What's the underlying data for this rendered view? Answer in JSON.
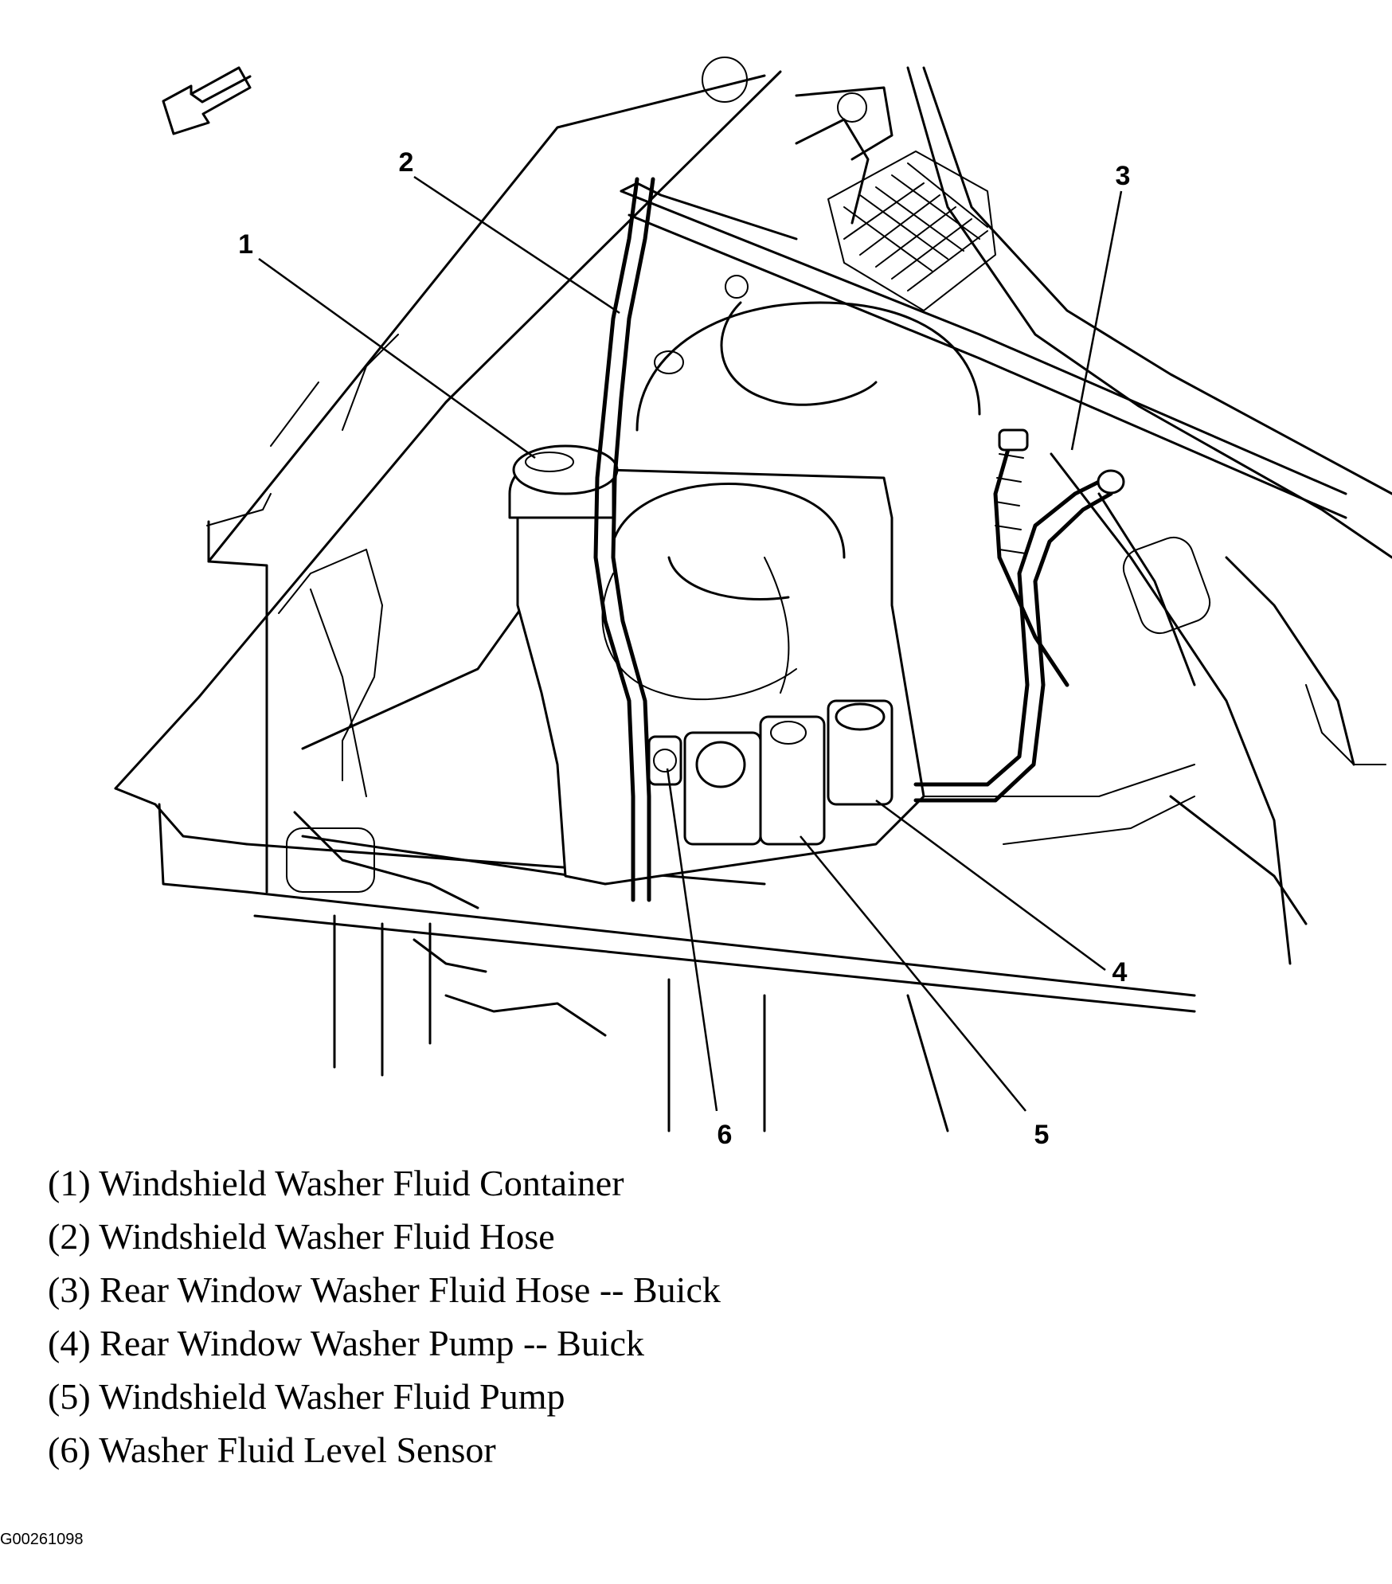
{
  "callouts": [
    "1",
    "2",
    "3",
    "4",
    "5",
    "6"
  ],
  "legend": [
    "(1) Windshield Washer Fluid Container",
    "(2) Windshield Washer Fluid Hose",
    "(3) Rear Window Washer Fluid Hose -- Buick",
    "(4) Rear Window Washer Pump -- Buick",
    "(5) Windshield Washer Fluid Pump",
    "(6) Washer Fluid Level Sensor"
  ],
  "figure_id": "G00261098"
}
